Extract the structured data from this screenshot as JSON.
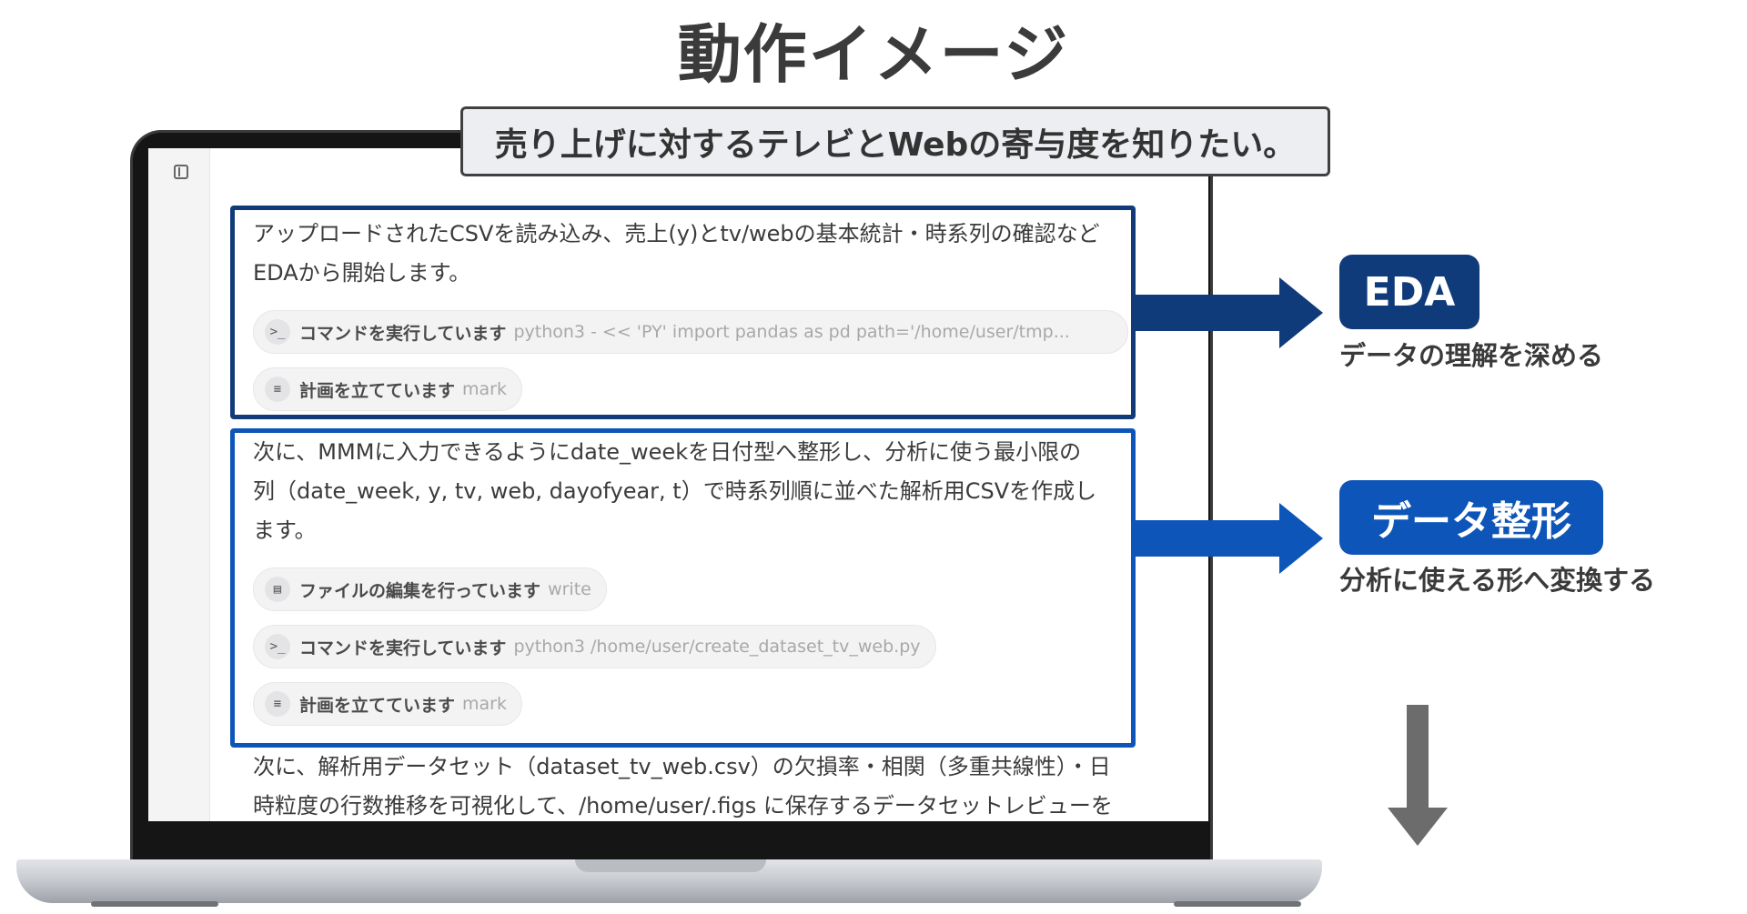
{
  "title": "動作イメージ",
  "prompt": "売り上げに対するテレビとWebの寄与度を知りたい。",
  "chat": {
    "msg1_lines": [
      "アップロードされたCSVを読み込み、売上(y)とtv/webの基本統計・時系列の確認など",
      "EDAから開始します。"
    ],
    "chip1": {
      "icon": ">_",
      "label": "コマンドを実行しています",
      "detail": "python3 - << 'PY' import pandas as pd path='/home/user/tmp..."
    },
    "chip2": {
      "icon": "≡",
      "label": "計画を立てています",
      "detail": "mark"
    },
    "msg2_lines": [
      "次に、MMMに入力できるようにdate_weekを日付型へ整形し、分析に使う最小限の",
      "列（date_week, y, tv, web, dayofyear, t）で時系列順に並べた解析用CSVを作成し",
      "ます。"
    ],
    "chip3": {
      "icon": "▤",
      "label": "ファイルの編集を行っています",
      "detail": "write"
    },
    "chip4": {
      "icon": ">_",
      "label": "コマンドを実行しています",
      "detail": "python3 /home/user/create_dataset_tv_web.py"
    },
    "chip5": {
      "icon": "≡",
      "label": "計画を立てています",
      "detail": "mark"
    },
    "msg3_lines": [
      "次に、解析用データセット（dataset_tv_web.csv）の欠損率・相関（多重共線性）・日",
      "時粒度の行数推移を可視化して、/home/user/.figs に保存するデータセットレビューを"
    ]
  },
  "steps": {
    "eda": {
      "tag": "EDA",
      "caption": "データの理解を深める",
      "color": "#0f3b7a"
    },
    "shaping": {
      "tag": "データ整形",
      "caption": "分析に使える形へ変換する",
      "color": "#0d55b8"
    }
  }
}
